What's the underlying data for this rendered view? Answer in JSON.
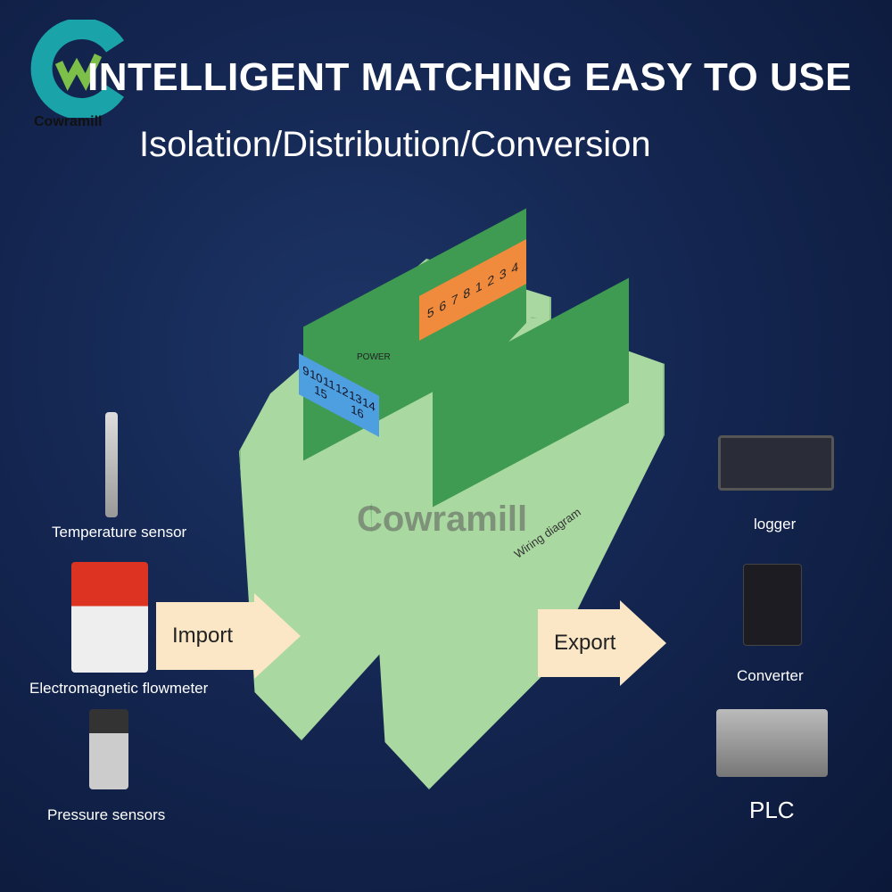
{
  "brand": {
    "name": "Cowramill"
  },
  "header": {
    "title": "INTELLIGENT MATCHING EASY TO USE",
    "subtitle": "Isolation/Distribution/Conversion"
  },
  "inputs": [
    {
      "label": "Temperature sensor"
    },
    {
      "label": "Electromagnetic flowmeter"
    },
    {
      "label": "Pressure sensors"
    }
  ],
  "outputs": [
    {
      "label": "logger"
    },
    {
      "label": "Converter"
    },
    {
      "label": "PLC"
    }
  ],
  "arrows": {
    "import": "Import",
    "export": "Export"
  },
  "module": {
    "power": "POWER",
    "top_terminals": [
      "5",
      "6",
      "7",
      "8",
      "1",
      "2",
      "3",
      "4"
    ],
    "mid_terminals": [
      "9",
      "10",
      "11",
      "12",
      "13",
      "14",
      "15",
      "16"
    ],
    "wiring": "Wiring diagram"
  },
  "colors": {
    "background": "#142651",
    "accent": "#1aa3a8",
    "arrow": "#fbe7c6",
    "module": "#a9d8a0"
  }
}
